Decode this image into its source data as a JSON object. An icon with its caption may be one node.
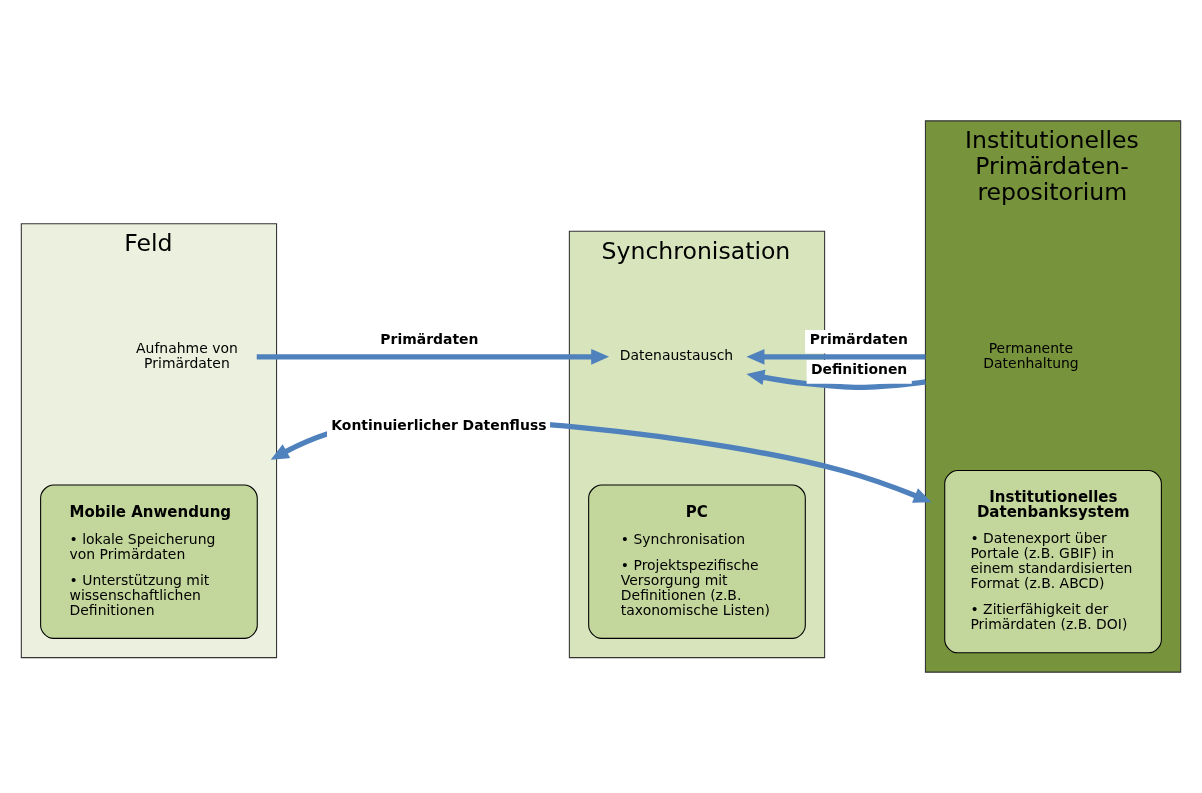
{
  "diagram": {
    "nodes": [
      {
        "text": [
          "Feld"
        ]
      },
      {
        "text": [
          "Aufnahme von Primärdaten"
        ],
        "in": 0
      },
      {
        "text": [
          "Mobile Anwendung",
          "• lokale Speicherung von Primärdaten",
          "• Unterstützung mit wissenschaftlichen Definitionen"
        ],
        "in": 0
      },
      {
        "text": [
          "Synchronisation"
        ]
      },
      {
        "text": [
          "Datenaustausch"
        ],
        "in": 3
      },
      {
        "text": [
          "PC",
          "• Synchronisation",
          "• Projektspezifische Versorgung mit Definitionen (z.B. taxonomische Listen)"
        ],
        "in": 3
      },
      {
        "text": [
          "Institutionelles Primärdaten-repositorium"
        ]
      },
      {
        "text": [
          "Permanente Datenhaltung"
        ],
        "in": 6
      },
      {
        "text": [
          "Institutionelles Datenbanksystem",
          "• Datenexport über Portale (z.B. GBIF) in einem standardisierten Format (z.B. ABCD)",
          "• Zitierfähigkeit der Primärdaten (z.B. DOI)"
        ],
        "in": 6
      }
    ],
    "edges": [
      {
        "from": 1,
        "to": 4,
        "arrow": "to",
        "label": "Primärdaten"
      },
      {
        "from": 6,
        "to": 4,
        "arrow": "to",
        "label": "Primärdaten"
      },
      {
        "from": 6,
        "to": 4,
        "arrow": "to",
        "label": "Definitionen"
      },
      {
        "from": 0,
        "to": 6,
        "arrow": "both",
        "label": "Kontinuierlicher Datenfluss"
      }
    ]
  }
}
